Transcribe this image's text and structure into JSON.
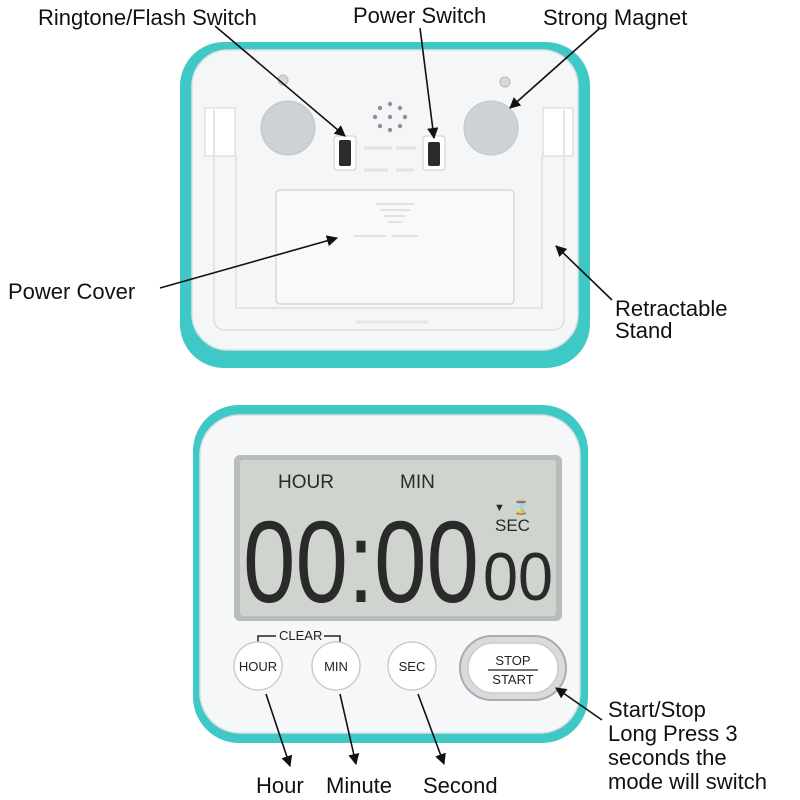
{
  "callouts": {
    "ringtone_flash_switch": "Ringtone/Flash Switch",
    "power_switch": "Power Switch",
    "strong_magnet": "Strong Magnet",
    "power_cover": "Power Cover",
    "retractable_stand": [
      "Retractable",
      "Stand"
    ],
    "start_stop": [
      "Start/Stop",
      "Long Press 3",
      "seconds the",
      "mode will switch"
    ],
    "hour": "Hour",
    "minute": "Minute",
    "second": "Second"
  },
  "display": {
    "hour_label": "HOUR",
    "min_label": "MIN",
    "sec_label": "SEC",
    "main_digits": "00:00",
    "sec_digits": "00"
  },
  "buttons": {
    "clear_label": "CLEAR",
    "hour": "HOUR",
    "min": "MIN",
    "sec": "SEC",
    "stop": "STOP",
    "start": "START"
  },
  "colors": {
    "bumper": "#3ec9c6",
    "body": "#f4f5f6",
    "lcd": "#cfd4cf",
    "text": "#111111"
  }
}
